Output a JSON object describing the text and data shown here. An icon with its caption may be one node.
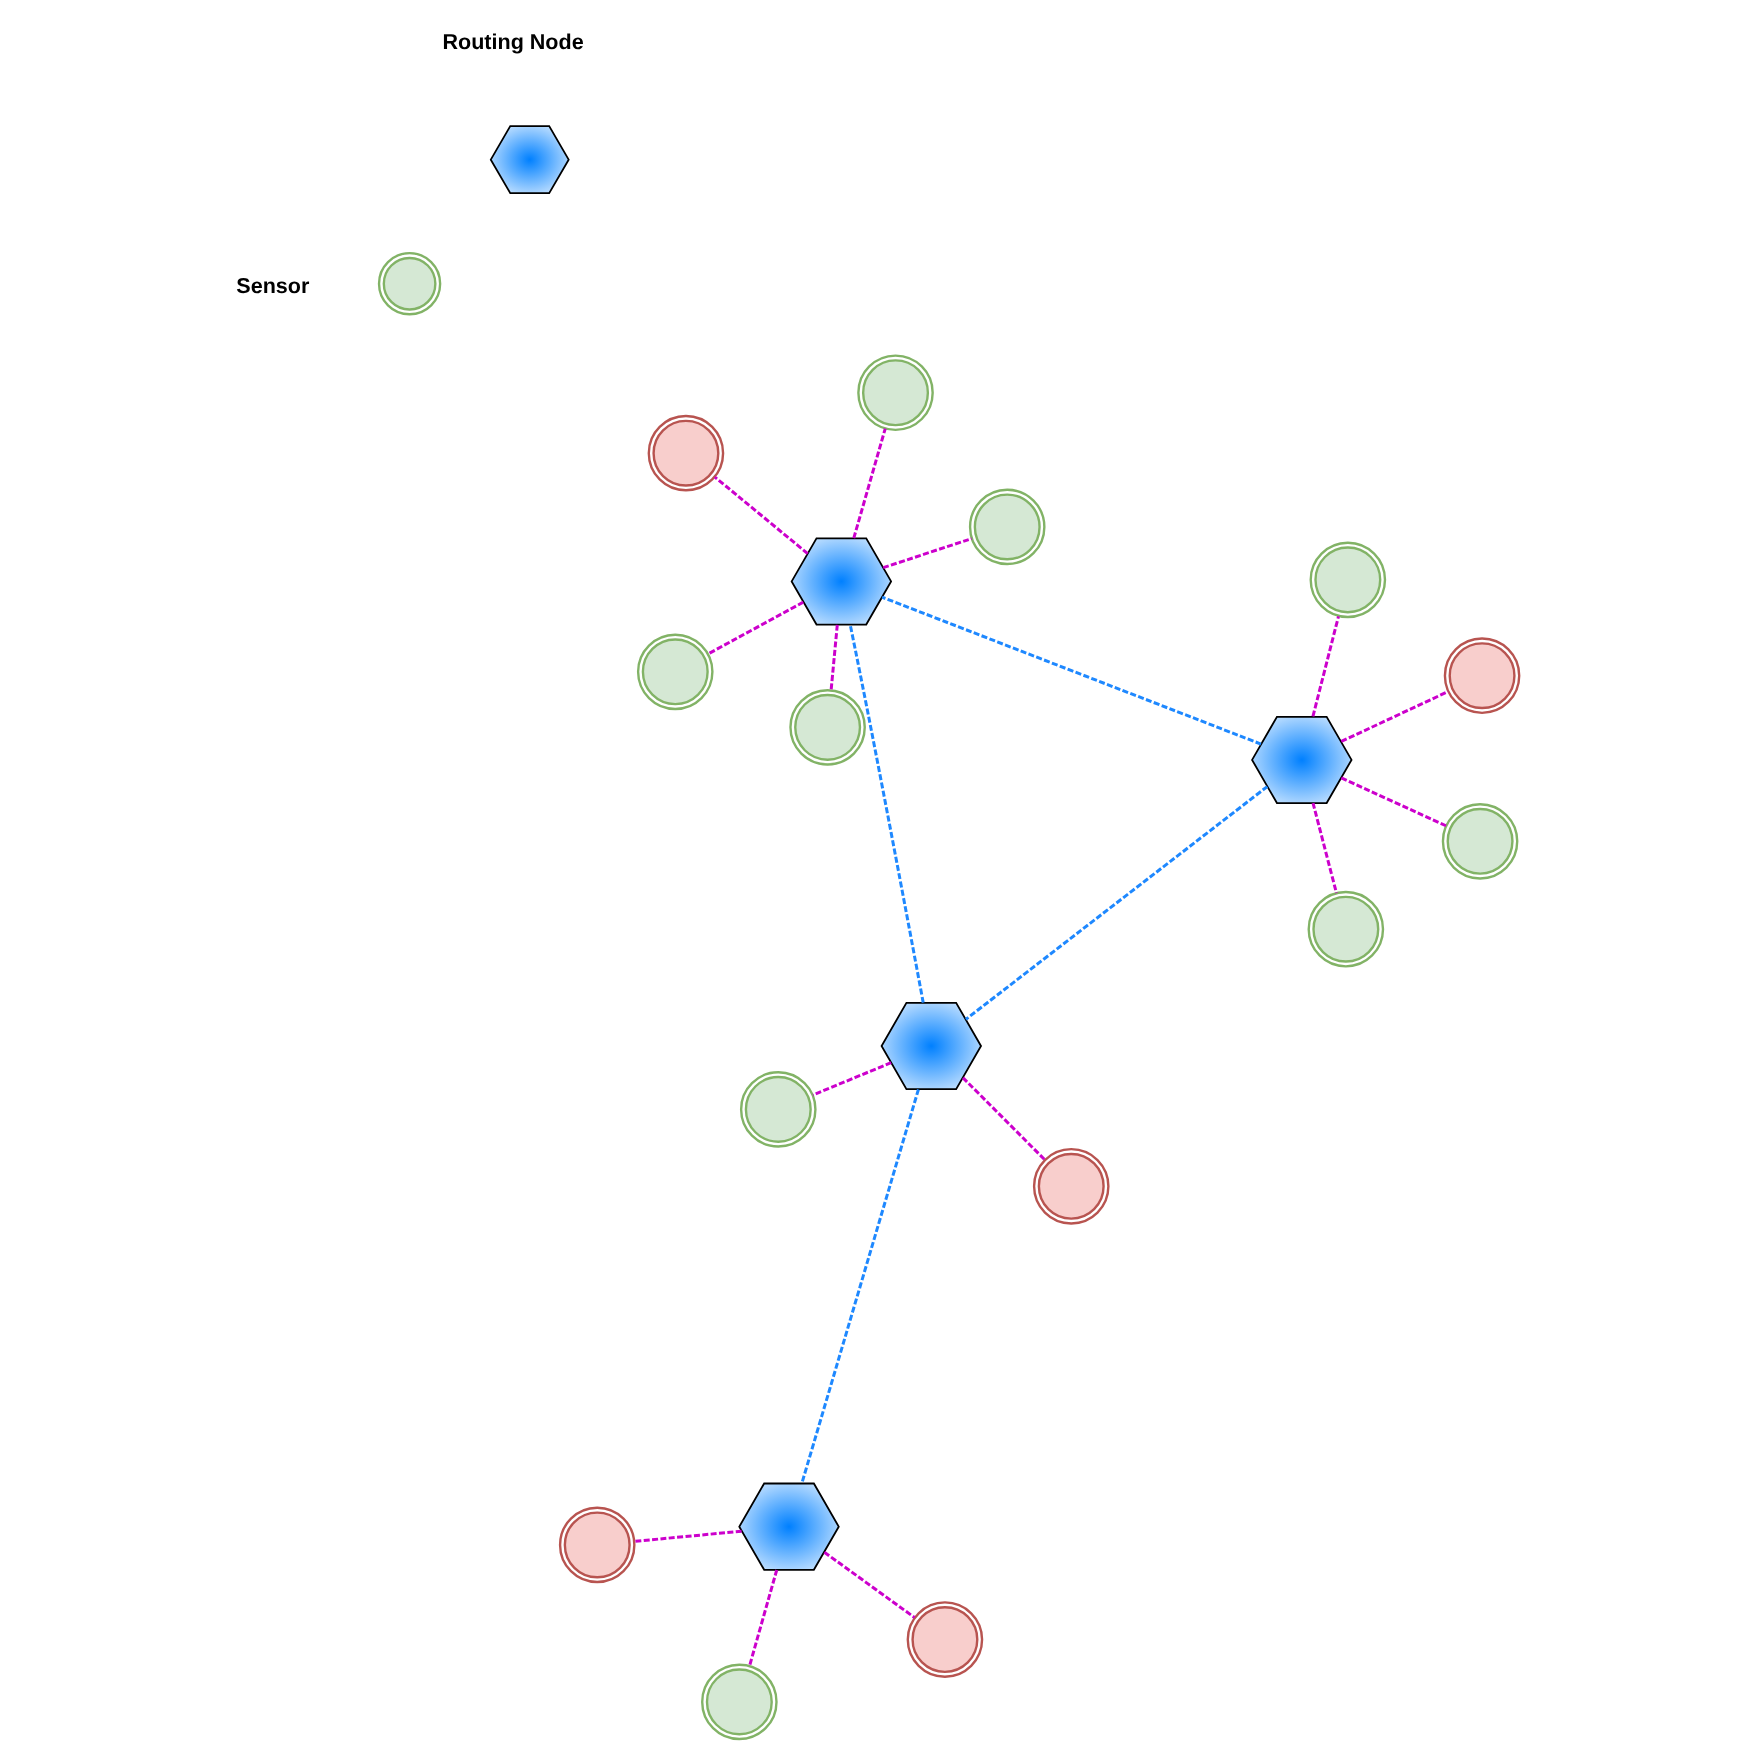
{
  "diagram": {
    "nodes": [
      {
        "text": [],
        "shape": "circle"
      },
      {
        "text": [],
        "shape": "circle"
      },
      {
        "text": [],
        "shape": "circle"
      },
      {
        "text": [],
        "shape": "hexagon"
      },
      {
        "text": [],
        "shape": "circle"
      },
      {
        "text": [],
        "shape": "circle"
      },
      {
        "text": [],
        "shape": "hexagon"
      },
      {
        "text": [],
        "shape": "circle"
      },
      {
        "text": [],
        "shape": "circle"
      },
      {
        "text": [],
        "shape": "hexagon"
      },
      {
        "text": [],
        "shape": "circle"
      },
      {
        "text": [],
        "shape": "circle"
      },
      {
        "text": [],
        "shape": "circle"
      },
      {
        "text": [],
        "shape": "circle"
      },
      {
        "text": [],
        "shape": "hexagon"
      },
      {
        "text": [],
        "shape": "circle"
      },
      {
        "text": [],
        "shape": "circle"
      },
      {
        "text": [],
        "shape": "circle"
      },
      {
        "text": [],
        "shape": "hexagon"
      },
      {
        "text": [],
        "shape": "circle"
      }
    ],
    "edges": [
      {
        "from": 3,
        "to": 0,
        "arrow": "none",
        "style": "dashed"
      },
      {
        "from": 3,
        "to": 2,
        "arrow": "none",
        "style": "dashed"
      },
      {
        "from": 3,
        "to": 4,
        "arrow": "none",
        "style": "dashed"
      },
      {
        "from": 3,
        "to": 7,
        "arrow": "none",
        "style": "dashed"
      },
      {
        "from": 6,
        "to": 1,
        "arrow": "none",
        "style": "dashed"
      },
      {
        "from": 6,
        "to": 5,
        "arrow": "none",
        "style": "dashed"
      },
      {
        "from": 6,
        "to": 8,
        "arrow": "none",
        "style": "dashed"
      },
      {
        "from": 9,
        "to": 10,
        "arrow": "none",
        "style": "dashed"
      },
      {
        "from": 9,
        "to": 12,
        "arrow": "none",
        "style": "dashed"
      },
      {
        "from": 14,
        "to": 11,
        "arrow": "none",
        "style": "dashed"
      },
      {
        "from": 14,
        "to": 13,
        "arrow": "none",
        "style": "dashed"
      },
      {
        "from": 14,
        "to": 15,
        "arrow": "none",
        "style": "dashed"
      },
      {
        "from": 14,
        "to": 16,
        "arrow": "none",
        "style": "dashed"
      },
      {
        "from": 14,
        "to": 17,
        "arrow": "none",
        "style": "dashed"
      },
      {
        "from": 3,
        "to": 9,
        "arrow": "none",
        "style": "dashed",
        "color": "#1e88ff"
      },
      {
        "from": 3,
        "to": 14,
        "arrow": "none",
        "style": "dashed",
        "color": "#1e88ff"
      },
      {
        "from": 9,
        "to": 6,
        "arrow": "none",
        "style": "dashed",
        "color": "#1e88ff"
      },
      {
        "from": 9,
        "to": 14,
        "arrow": "none",
        "style": "dashed",
        "color": "#1e88ff"
      }
    ],
    "legend": [
      {
        "text": "Routing Node"
      },
      {
        "text": "Sensor"
      }
    ]
  }
}
